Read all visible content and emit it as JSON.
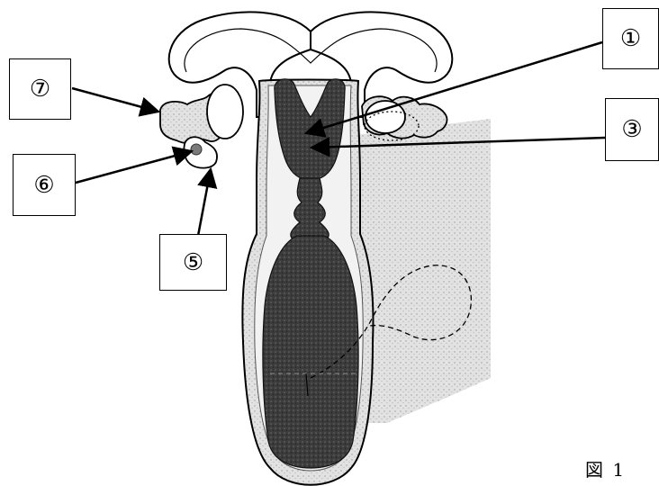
{
  "labels": {
    "l1": "①",
    "l3": "③",
    "l5": "⑤",
    "l6": "⑥",
    "l7": "⑦"
  },
  "caption": "図 1",
  "colors": {
    "dark_fill": "#3a3a3a",
    "mid_fill": "#bdbdbd",
    "light_fill": "#e6e6e6",
    "outline": "#000000"
  }
}
